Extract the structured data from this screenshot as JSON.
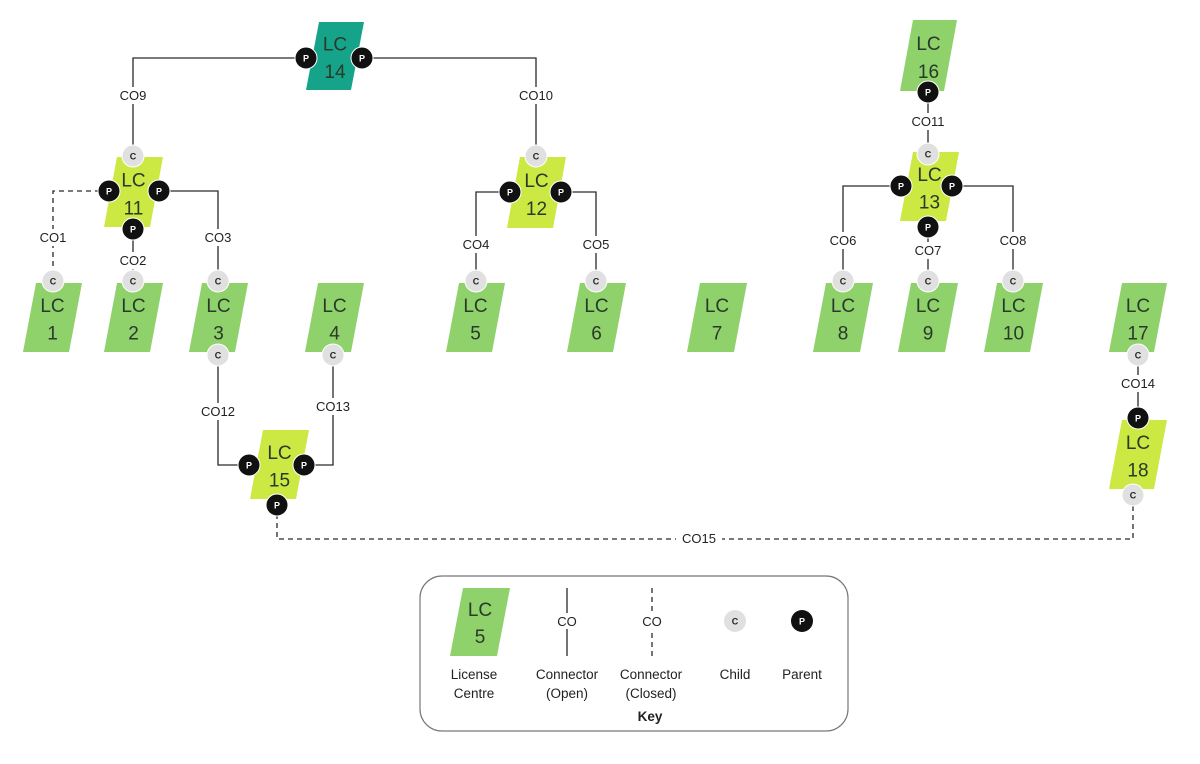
{
  "colors": {
    "lc_light": "#8fd16a",
    "lc_lime": "#cbe843",
    "lc_teal": "#15a38a",
    "line": "#2a2a2a",
    "child_badge": "#e0e0e0",
    "parent_badge": "#111111"
  },
  "nodes": [
    {
      "id": "lc14",
      "line1": "LC",
      "line2": "14",
      "fill": "teal"
    },
    {
      "id": "lc16",
      "line1": "LC",
      "line2": "16",
      "fill": "light"
    },
    {
      "id": "lc11",
      "line1": "LC",
      "line2": "11",
      "fill": "lime"
    },
    {
      "id": "lc12",
      "line1": "LC",
      "line2": "12",
      "fill": "lime"
    },
    {
      "id": "lc13",
      "line1": "LC",
      "line2": "13",
      "fill": "lime"
    },
    {
      "id": "lc1",
      "line1": "LC",
      "line2": "1",
      "fill": "light"
    },
    {
      "id": "lc2",
      "line1": "LC",
      "line2": "2",
      "fill": "light"
    },
    {
      "id": "lc3",
      "line1": "LC",
      "line2": "3",
      "fill": "light"
    },
    {
      "id": "lc4",
      "line1": "LC",
      "line2": "4",
      "fill": "light"
    },
    {
      "id": "lc5",
      "line1": "LC",
      "line2": "5",
      "fill": "light"
    },
    {
      "id": "lc6",
      "line1": "LC",
      "line2": "6",
      "fill": "light"
    },
    {
      "id": "lc7",
      "line1": "LC",
      "line2": "7",
      "fill": "light"
    },
    {
      "id": "lc8",
      "line1": "LC",
      "line2": "8",
      "fill": "light"
    },
    {
      "id": "lc9",
      "line1": "LC",
      "line2": "9",
      "fill": "light"
    },
    {
      "id": "lc10",
      "line1": "LC",
      "line2": "10",
      "fill": "light"
    },
    {
      "id": "lc17",
      "line1": "LC",
      "line2": "17",
      "fill": "light"
    },
    {
      "id": "lc15",
      "line1": "LC",
      "line2": "15",
      "fill": "lime"
    },
    {
      "id": "lc18",
      "line1": "LC",
      "line2": "18",
      "fill": "lime"
    }
  ],
  "connectors": [
    {
      "id": "co9",
      "label": "CO9",
      "style": "open"
    },
    {
      "id": "co10",
      "label": "CO10",
      "style": "open"
    },
    {
      "id": "co11",
      "label": "CO11",
      "style": "open"
    },
    {
      "id": "co1",
      "label": "CO1",
      "style": "closed"
    },
    {
      "id": "co2",
      "label": "CO2",
      "style": "open"
    },
    {
      "id": "co3",
      "label": "CO3",
      "style": "open"
    },
    {
      "id": "co4",
      "label": "CO4",
      "style": "open"
    },
    {
      "id": "co5",
      "label": "CO5",
      "style": "open"
    },
    {
      "id": "co6",
      "label": "CO6",
      "style": "open"
    },
    {
      "id": "co7",
      "label": "CO7",
      "style": "open"
    },
    {
      "id": "co8",
      "label": "CO8",
      "style": "open"
    },
    {
      "id": "co12",
      "label": "CO12",
      "style": "open"
    },
    {
      "id": "co13",
      "label": "CO13",
      "style": "open"
    },
    {
      "id": "co14",
      "label": "CO14",
      "style": "open"
    },
    {
      "id": "co15",
      "label": "CO15",
      "style": "closed"
    }
  ],
  "badges": {
    "child": "C",
    "parent": "P"
  },
  "key": {
    "title": "Key",
    "lc_line1": "LC",
    "lc_line2": "5",
    "co_open": "CO",
    "co_closed": "CO",
    "badge_child": "C",
    "badge_parent": "P",
    "items": [
      {
        "line1": "License",
        "line2": "Centre"
      },
      {
        "line1": "Connector",
        "line2": "(Open)"
      },
      {
        "line1": "Connector",
        "line2": "(Closed)"
      },
      {
        "line1": "Child",
        "line2": ""
      },
      {
        "line1": "Parent",
        "line2": ""
      }
    ]
  }
}
